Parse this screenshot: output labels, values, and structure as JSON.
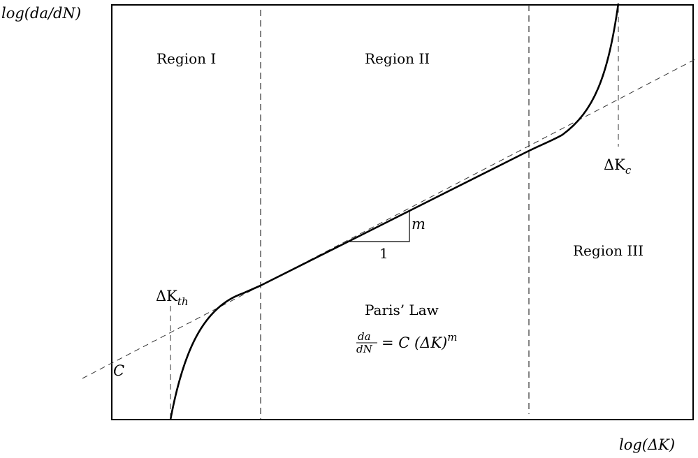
{
  "axes": {
    "y_label": "log(da/dN)",
    "x_label": "log(ΔK)"
  },
  "regions": {
    "region_1": "Region I",
    "region_2": "Region II",
    "region_3": "Region III"
  },
  "annotations": {
    "delta_k_th_symbol": "ΔK",
    "delta_k_th_subscript": "th",
    "delta_k_c_symbol": "ΔK",
    "delta_k_c_subscript": "c",
    "intercept_label": "C",
    "slope_rise_label": "m",
    "slope_run_label": "1"
  },
  "law": {
    "title": "Paris’ Law",
    "numerator": "da",
    "denominator": "dN",
    "equals_rhs": "= C (ΔK)",
    "exponent": "m"
  }
}
